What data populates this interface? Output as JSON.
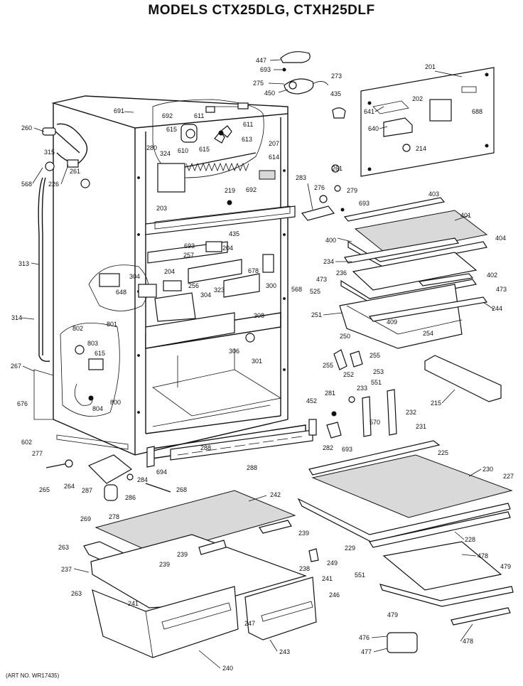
{
  "header": {
    "title": "MODELS CTX25DLG, CTXH25DLF"
  },
  "footer": {
    "art_no": "(ART NO. WR17435)"
  },
  "parts": [
    {
      "id": "p447",
      "label": "447"
    },
    {
      "id": "p693a",
      "label": "693"
    },
    {
      "id": "p273",
      "label": "273"
    },
    {
      "id": "p275",
      "label": "275"
    },
    {
      "id": "p450",
      "label": "450"
    },
    {
      "id": "p435a",
      "label": "435"
    },
    {
      "id": "p201",
      "label": "201"
    },
    {
      "id": "p202",
      "label": "202"
    },
    {
      "id": "p641",
      "label": "641"
    },
    {
      "id": "p688",
      "label": "688"
    },
    {
      "id": "p640",
      "label": "640"
    },
    {
      "id": "p214",
      "label": "214"
    },
    {
      "id": "p691",
      "label": "691"
    },
    {
      "id": "p692a",
      "label": "692"
    },
    {
      "id": "p611a",
      "label": "611"
    },
    {
      "id": "p611b",
      "label": "611"
    },
    {
      "id": "p615a",
      "label": "615"
    },
    {
      "id": "p613",
      "label": "613"
    },
    {
      "id": "p260",
      "label": "260"
    },
    {
      "id": "p280",
      "label": "280"
    },
    {
      "id": "p610",
      "label": "610"
    },
    {
      "id": "p615b",
      "label": "615"
    },
    {
      "id": "p207",
      "label": "207"
    },
    {
      "id": "p324",
      "label": "324"
    },
    {
      "id": "p614",
      "label": "614"
    },
    {
      "id": "p315",
      "label": "315"
    },
    {
      "id": "p261a",
      "label": "261"
    },
    {
      "id": "p568a",
      "label": "568"
    },
    {
      "id": "p226",
      "label": "226"
    },
    {
      "id": "p219",
      "label": "219"
    },
    {
      "id": "p692b",
      "label": "692"
    },
    {
      "id": "p261b",
      "label": "261"
    },
    {
      "id": "p283",
      "label": "283"
    },
    {
      "id": "p276",
      "label": "276"
    },
    {
      "id": "p279",
      "label": "279"
    },
    {
      "id": "p403",
      "label": "403"
    },
    {
      "id": "p693b",
      "label": "693"
    },
    {
      "id": "p401",
      "label": "401"
    },
    {
      "id": "p203",
      "label": "203"
    },
    {
      "id": "p435b",
      "label": "435"
    },
    {
      "id": "p204a",
      "label": "204"
    },
    {
      "id": "p400",
      "label": "400"
    },
    {
      "id": "p404",
      "label": "404"
    },
    {
      "id": "p313",
      "label": "313"
    },
    {
      "id": "p693c",
      "label": "693"
    },
    {
      "id": "p257",
      "label": "257"
    },
    {
      "id": "p204b",
      "label": "204"
    },
    {
      "id": "p234",
      "label": "234"
    },
    {
      "id": "p678",
      "label": "678"
    },
    {
      "id": "p236",
      "label": "236"
    },
    {
      "id": "p402",
      "label": "402"
    },
    {
      "id": "p304a",
      "label": "304"
    },
    {
      "id": "p256",
      "label": "256"
    },
    {
      "id": "p473a",
      "label": "473"
    },
    {
      "id": "p473b",
      "label": "473"
    },
    {
      "id": "p648",
      "label": "648"
    },
    {
      "id": "p304b",
      "label": "304"
    },
    {
      "id": "p323",
      "label": "323"
    },
    {
      "id": "p300",
      "label": "300"
    },
    {
      "id": "p568b",
      "label": "568"
    },
    {
      "id": "p525",
      "label": "525"
    },
    {
      "id": "p244",
      "label": "244"
    },
    {
      "id": "p308",
      "label": "308"
    },
    {
      "id": "p251",
      "label": "251"
    },
    {
      "id": "p314",
      "label": "314"
    },
    {
      "id": "p409",
      "label": "409"
    },
    {
      "id": "p802",
      "label": "802"
    },
    {
      "id": "p801",
      "label": "801"
    },
    {
      "id": "p250",
      "label": "250"
    },
    {
      "id": "p254",
      "label": "254"
    },
    {
      "id": "p803",
      "label": "803"
    },
    {
      "id": "p615c",
      "label": "615"
    },
    {
      "id": "p306",
      "label": "306"
    },
    {
      "id": "p301",
      "label": "301"
    },
    {
      "id": "p255a",
      "label": "255"
    },
    {
      "id": "p255b",
      "label": "255"
    },
    {
      "id": "p252",
      "label": "252"
    },
    {
      "id": "p253",
      "label": "253"
    },
    {
      "id": "p267",
      "label": "267"
    },
    {
      "id": "p800",
      "label": "800"
    },
    {
      "id": "p551a",
      "label": "551"
    },
    {
      "id": "p233",
      "label": "233"
    },
    {
      "id": "p281",
      "label": "281"
    },
    {
      "id": "p804",
      "label": "804"
    },
    {
      "id": "p215",
      "label": "215"
    },
    {
      "id": "p676",
      "label": "676"
    },
    {
      "id": "p452",
      "label": "452"
    },
    {
      "id": "p232",
      "label": "232"
    },
    {
      "id": "p570",
      "label": "570"
    },
    {
      "id": "p231",
      "label": "231"
    },
    {
      "id": "p602",
      "label": "602"
    },
    {
      "id": "p282",
      "label": "282"
    },
    {
      "id": "p693d",
      "label": "693"
    },
    {
      "id": "p277",
      "label": "277"
    },
    {
      "id": "p288a",
      "label": "288"
    },
    {
      "id": "p225",
      "label": "225"
    },
    {
      "id": "p694",
      "label": "694"
    },
    {
      "id": "p288b",
      "label": "288"
    },
    {
      "id": "p230",
      "label": "230"
    },
    {
      "id": "p227",
      "label": "227"
    },
    {
      "id": "p284",
      "label": "284"
    },
    {
      "id": "p265",
      "label": "265"
    },
    {
      "id": "p264",
      "label": "264"
    },
    {
      "id": "p287",
      "label": "287"
    },
    {
      "id": "p286",
      "label": "286"
    },
    {
      "id": "p268",
      "label": "268"
    },
    {
      "id": "p242",
      "label": "242"
    },
    {
      "id": "p269",
      "label": "269"
    },
    {
      "id": "p278",
      "label": "278"
    },
    {
      "id": "p239a",
      "label": "239"
    },
    {
      "id": "p228",
      "label": "228"
    },
    {
      "id": "p263a",
      "label": "263"
    },
    {
      "id": "p239b",
      "label": "239"
    },
    {
      "id": "p229",
      "label": "229"
    },
    {
      "id": "p478a",
      "label": "478"
    },
    {
      "id": "p237",
      "label": "237"
    },
    {
      "id": "p239c",
      "label": "239"
    },
    {
      "id": "p249",
      "label": "249"
    },
    {
      "id": "p479a",
      "label": "479"
    },
    {
      "id": "p238",
      "label": "238"
    },
    {
      "id": "p241a",
      "label": "241"
    },
    {
      "id": "p551b",
      "label": "551"
    },
    {
      "id": "p263b",
      "label": "263"
    },
    {
      "id": "p246",
      "label": "246"
    },
    {
      "id": "p241b",
      "label": "241"
    },
    {
      "id": "p479b",
      "label": "479"
    },
    {
      "id": "p247",
      "label": "247"
    },
    {
      "id": "p476",
      "label": "476"
    },
    {
      "id": "p478b",
      "label": "478"
    },
    {
      "id": "p477",
      "label": "477"
    },
    {
      "id": "p243",
      "label": "243"
    },
    {
      "id": "p240",
      "label": "240"
    }
  ]
}
